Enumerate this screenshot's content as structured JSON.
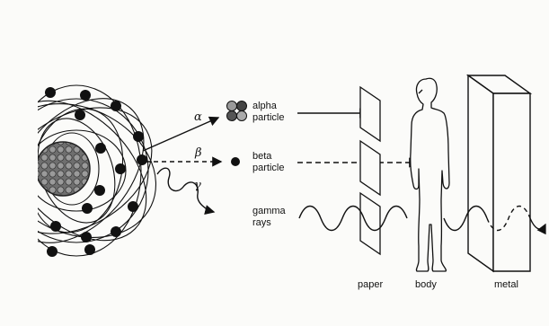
{
  "radiation": {
    "alpha": {
      "symbol": "α",
      "line1": "alpha",
      "line2": "particle"
    },
    "beta": {
      "symbol": "β",
      "line1": "beta",
      "line2": "particle"
    },
    "gamma": {
      "symbol": "γ",
      "line1": "gamma",
      "line2": "rays"
    }
  },
  "barriers": {
    "paper": "paper",
    "body": "body",
    "metal": "metal"
  },
  "colors": {
    "ink": "#111111",
    "background": "#fbfbf9",
    "nucleus": "#8a8a8a"
  }
}
